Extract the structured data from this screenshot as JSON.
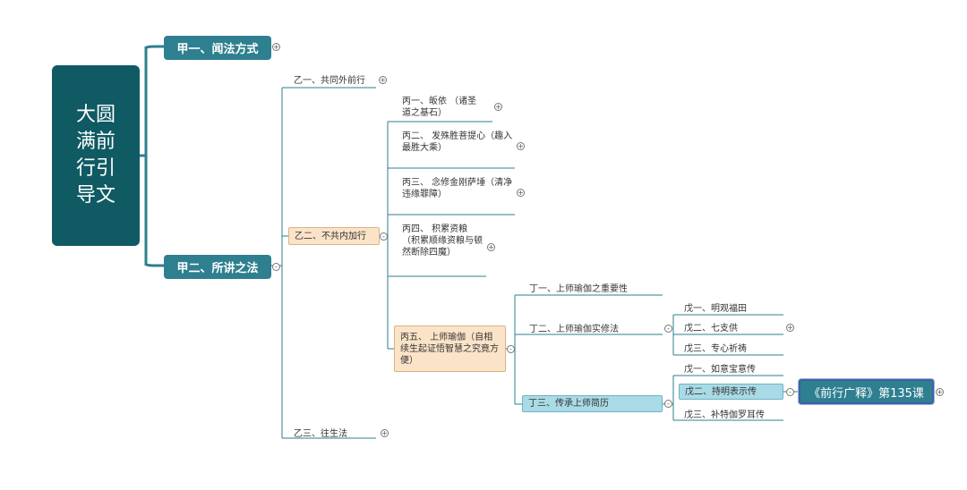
{
  "root": {
    "title": "大圆满前行引导文"
  },
  "level1": [
    {
      "label": "甲一、闻法方式"
    },
    {
      "label": "甲二、所讲之法"
    }
  ],
  "yi": [
    {
      "label": "乙一、共同外前行"
    },
    {
      "label": "乙二、不共内加行"
    },
    {
      "label": "乙三、往生法"
    }
  ],
  "bing": [
    {
      "label": "丙一、皈依 （诸圣道之基石）"
    },
    {
      "label": "丙二、 发殊胜菩提心（趣入最胜大乘）"
    },
    {
      "label": "丙三、 念修金刚萨埵（清净违缘罪障）"
    },
    {
      "label": "丙四、 积累资粮 （积累顺缘资粮与顿然断除四魔）"
    },
    {
      "label": "丙五、 上师瑜伽（自相续生起证悟智慧之究竟方便）"
    }
  ],
  "ding": [
    {
      "label": "丁一、上师瑜伽之重要性"
    },
    {
      "label": "丁二、上师瑜伽实修法"
    },
    {
      "label": "丁三、传承上师简历"
    }
  ],
  "wu_practice": [
    {
      "label": "戊一、明观福田"
    },
    {
      "label": "戊二、七支供"
    },
    {
      "label": "戊三、专心祈祷"
    }
  ],
  "wu_lineage": [
    {
      "label": "戊一、如意宝意传"
    },
    {
      "label": "戊二、持明表示传"
    },
    {
      "label": "戊三、补特伽罗耳传"
    }
  ],
  "linked": {
    "label": "《前行广释》第135课"
  },
  "colors": {
    "root": "#0f5a63",
    "level1": "#2e7f8f",
    "line": "#2e7f8f",
    "boxed": "#fbe3c8",
    "selected": "#a9dbe6"
  }
}
